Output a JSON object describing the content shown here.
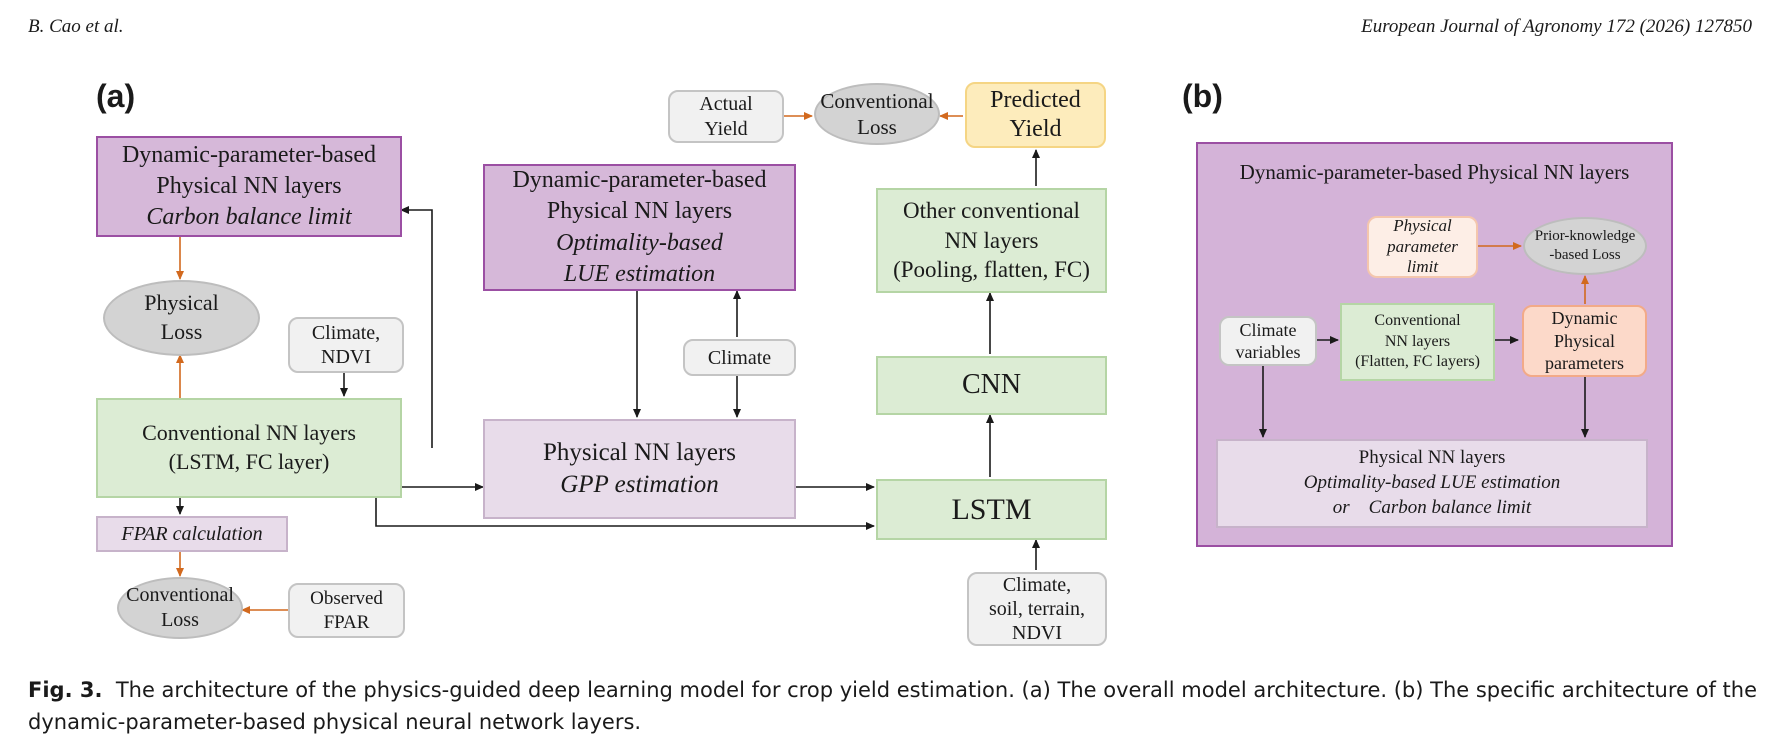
{
  "header": {
    "left": "B. Cao et al.",
    "right": "European Journal of Agronomy 172 (2026) 127850"
  },
  "panel_a": {
    "label": "(a)",
    "carbon_box": [
      "Dynamic-parameter-based",
      "Physical NN layers",
      "Carbon balance limit"
    ],
    "physical_loss": [
      "Physical",
      "Loss"
    ],
    "climate_ndvi": [
      "Climate,",
      "NDVI"
    ],
    "conv_nn": [
      "Conventional NN layers",
      "(LSTM, FC layer)"
    ],
    "fpar_calc": "FPAR calculation",
    "conv_loss_bottom": [
      "Conventional",
      "Loss"
    ],
    "observed_fpar": [
      "Observed",
      "FPAR"
    ],
    "lue_box": [
      "Dynamic-parameter-based",
      "Physical NN layers",
      "Optimality-based",
      "LUE estimation"
    ],
    "climate_mid": "Climate",
    "gpp_box": [
      "Physical NN layers",
      "GPP estimation"
    ],
    "actual_yield": [
      "Actual",
      "Yield"
    ],
    "conv_loss_top": [
      "Conventional",
      "Loss"
    ],
    "predicted_yield": [
      "Predicted",
      "Yield"
    ],
    "other_nn": [
      "Other conventional",
      "NN layers",
      "(Pooling, flatten, FC)"
    ],
    "cnn": "CNN",
    "lstm": "LSTM",
    "climate_soil": [
      "Climate,",
      "soil, terrain,",
      "NDVI"
    ]
  },
  "panel_b": {
    "label": "(b)",
    "title": "Dynamic-parameter-based Physical NN layers",
    "param_limit": [
      "Physical",
      "parameter",
      "limit"
    ],
    "prior_loss": [
      "Prior-knowledge",
      "-based Loss"
    ],
    "climate_vars": [
      "Climate",
      "variables"
    ],
    "conv_nn": [
      "Conventional",
      "NN layers",
      "(Flatten, FC layers)"
    ],
    "dyn_params": [
      "Dynamic",
      "Physical",
      "parameters"
    ],
    "phys_nn": [
      "Physical NN layers",
      "Optimality-based LUE estimation",
      "or    Carbon balance limit"
    ]
  },
  "caption": {
    "label": "Fig. 3.",
    "text": "The architecture of the physics-guided deep learning model for crop yield estimation. (a) The overall model architecture. (b) The specific architecture of the dynamic-parameter-based physical neural network layers."
  },
  "colors": {
    "arrow_black": "#1a1a1a",
    "arrow_orange": "#d2691e",
    "purple_fill": "#d6b8d9",
    "green_fill": "#dcecd4",
    "yellow_fill": "#fdecbc"
  }
}
